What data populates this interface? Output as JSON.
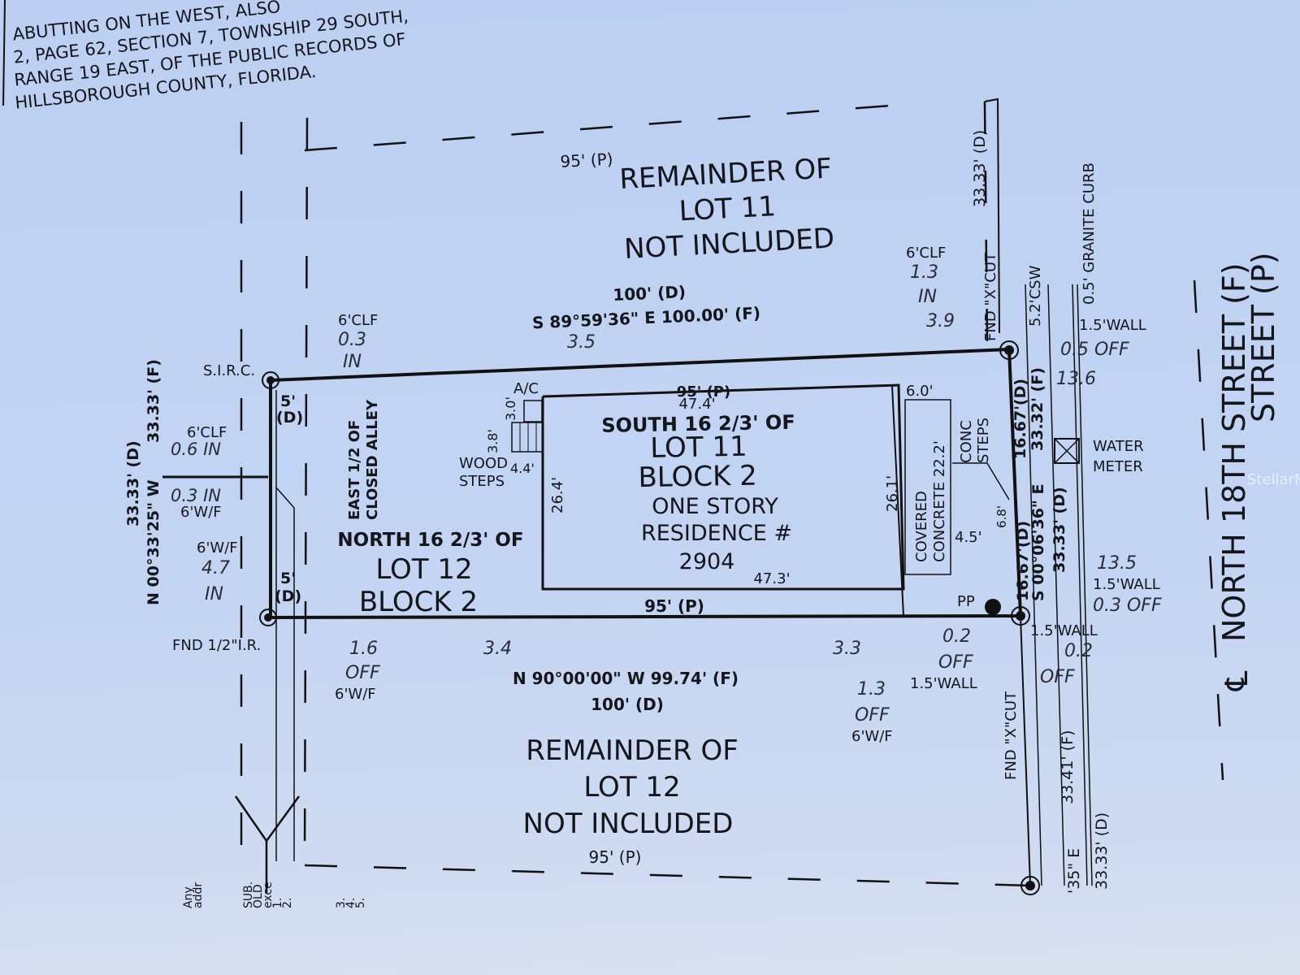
{
  "header_text": {
    "line1": "ABUTTING ON THE WEST, ALSO",
    "line2": "2, PAGE 62, SECTION 7, TOWNSHIP 29 SOUTH,",
    "line3": "RANGE 19 EAST, OF THE PUBLIC RECORDS OF",
    "line4": "HILLSBOROUGH COUNTY, FLORIDA."
  },
  "remainder_lot11": {
    "l1": "REMAINDER OF",
    "l2": "LOT 11",
    "l3": "NOT INCLUDED",
    "dim": "95' (P)"
  },
  "remainder_lot12": {
    "l1": "REMAINDER OF",
    "l2": "LOT 12",
    "l3": "NOT INCLUDED",
    "dim": "95' (P)"
  },
  "north_line": {
    "d": "100' (D)",
    "f": "S 89°59'36\" E   100.00' (F)"
  },
  "south_line": {
    "f": "N 90°00'00\" W   99.74' (F)",
    "d": "100' (D)"
  },
  "west_line": {
    "bearing": "N 00°33'25\" W",
    "d": "33.33' (D)",
    "f": "33.33' (F)"
  },
  "east_line": {
    "bearing": "S 00°06'36\" E",
    "f": "33.32' (F)",
    "d": "33.33' (D)",
    "d1": "16.67'(D)",
    "d2": "16.67'(D)",
    "up_d": "33.33' (D)",
    "low_f": "33.41' (F)",
    "low_d": "33.33' (D)",
    "low_b": "'35\" E"
  },
  "lot11": {
    "l1": "SOUTH 16 2/3' OF",
    "l2": "LOT 11",
    "l3": "BLOCK 2"
  },
  "lot12": {
    "l1": "NORTH 16 2/3' OF",
    "l2": "LOT 12",
    "l3": "BLOCK 2"
  },
  "residence": {
    "l1": "ONE STORY",
    "l2": "RESIDENCE #",
    "l3": "2904",
    "top": "47.4'",
    "bottom": "47.3'",
    "left": "26.4'",
    "right": "26.1'",
    "p_top": "95' (P)",
    "p_bottom": "95' (P)"
  },
  "alley": {
    "l1": "EAST 1/2 OF",
    "l2": "CLOSED ALLEY"
  },
  "notes": {
    "sirc": "S.I.R.C.",
    "fnd_ir": "FND 1/2\"I.R.",
    "clf1": "6'CLF",
    "v03": "0.3",
    "in1": "IN",
    "clf2": "6'CLF",
    "v06in": "0.6 IN",
    "v03in": "0.3 IN",
    "wf1": "6'W/F",
    "wf2": "6'W/F",
    "v47": "4.7",
    "in2": "IN",
    "five1": "5'",
    "d1": "(D)",
    "five2": "5'",
    "d2": "(D)",
    "v16": "1.6",
    "off1": "OFF",
    "wf3": "6'W/F",
    "v34": "3.4",
    "v35": "3.5",
    "ac": "A/C",
    "v30": "3.0'",
    "v38": "3.8'",
    "wood": "WOOD",
    "steps": "STEPS",
    "v44": "4.4'",
    "clf3": "6'CLF",
    "v13": "1.3",
    "in3": "IN",
    "v39": "3.9",
    "v60": "6.0'",
    "covered": "COVERED",
    "concrete": "CONCRETE 22.2'",
    "conc": "CONC",
    "steps2": "STEPS",
    "v68": "6.8'",
    "v45": "4.5'",
    "v33": "3.3",
    "v13b": "1.3",
    "off2": "OFF",
    "wf4": "6'W/F",
    "v02": "0.2",
    "off3": "OFF",
    "wall1": "1.5'WALL",
    "pp": "PP",
    "fnd_x": "FND \"X\"CUT",
    "fnd_x2": "FND \"X\"CUT",
    "csw": "5.2'CSW",
    "curb": "0.5' GRANITE CURB",
    "wall2": "1.5'WALL",
    "off05": "0.5  OFF",
    "v136": "13.6",
    "water": "WATER",
    "meter": "METER",
    "v135": "13.5",
    "wall3": "1.5'WALL",
    "off03": "0.3  OFF",
    "wall4": "1.5'WALL",
    "v02b": "0.2",
    "off4": "OFF"
  },
  "street": {
    "f": "NORTH 18TH STREET (F)",
    "p": "STREET (P)",
    "cl": "℄"
  },
  "margin": {
    "a": "Any",
    "b": "addr",
    "c": "SUB.",
    "d": "OLD",
    "e": "exce",
    "f": "1.",
    "g": "2.",
    "h": "3.",
    "i": "4.",
    "j": "5."
  },
  "watermark": "StellarMLS"
}
